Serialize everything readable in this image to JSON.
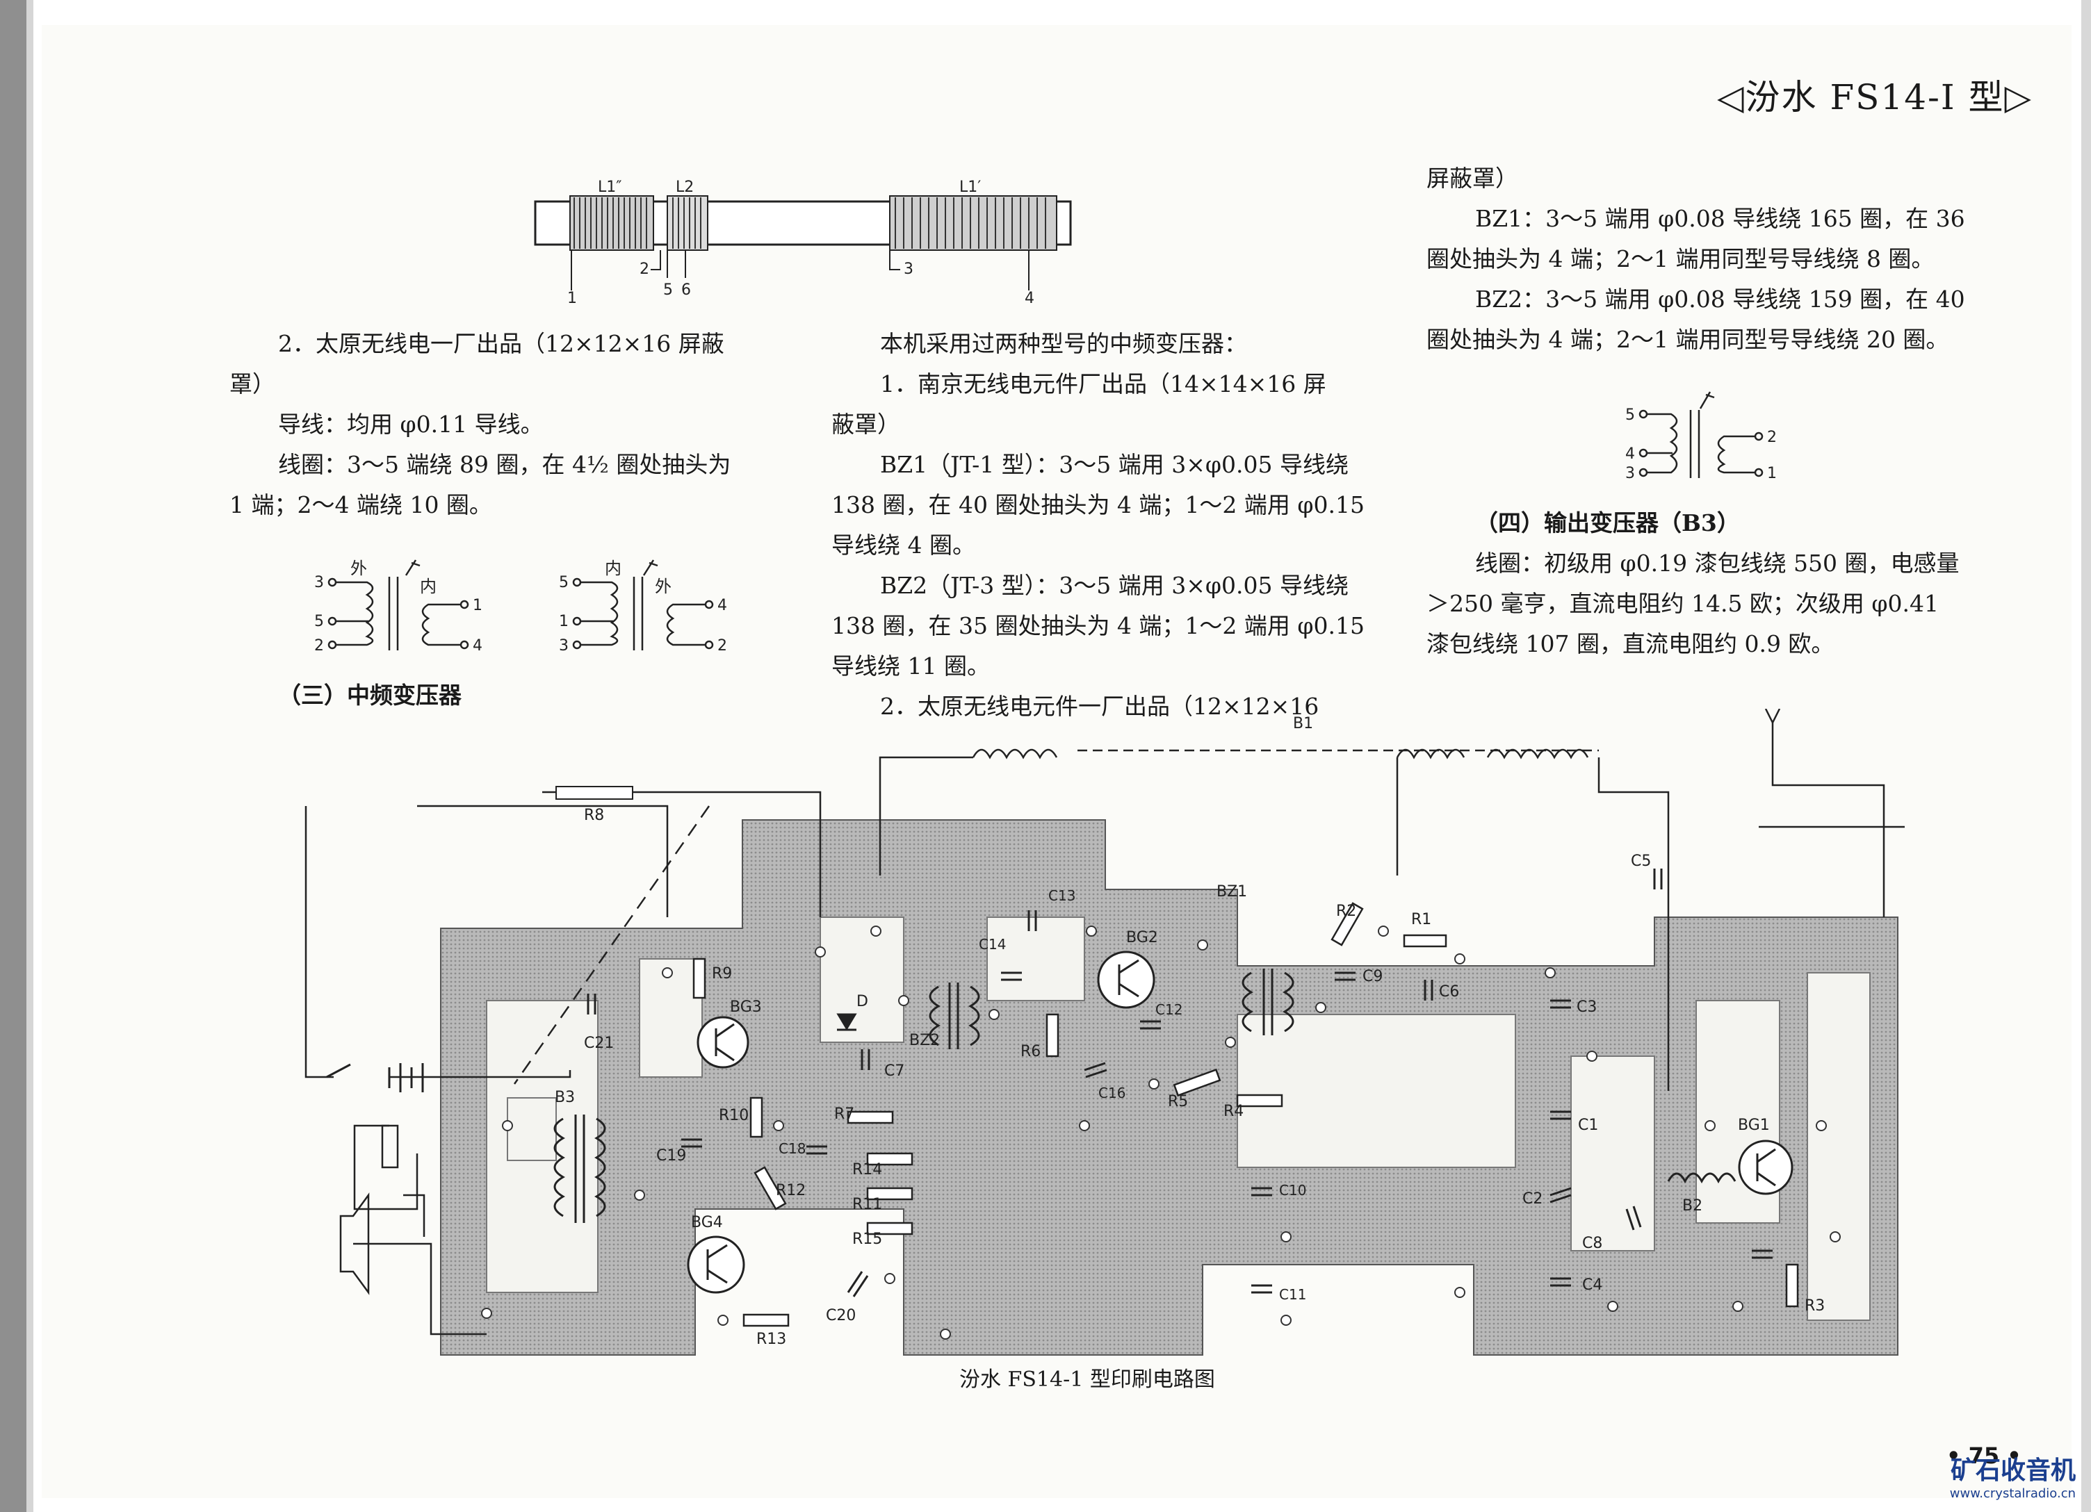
{
  "header": "◁汾水 FS14-I 型▷",
  "rod_labels": {
    "l1_left": "L1″",
    "l2": "L2",
    "l1_right": "L1′",
    "t1": "1",
    "t2": "2",
    "t5": "5",
    "t6": "6",
    "t3": "3",
    "t4": "4"
  },
  "left_column": {
    "item2_line1": "2．太原无线电一厂出品（12×12×16 屏蔽",
    "item2_line2": "罩）",
    "wire_line": "导线：均用 φ0.11 导线。",
    "coil_line1": "线圈：3～5 端绕 89 圈，在 4½ 圈处抽头为",
    "coil_line2": "1 端；2～4 端绕 10 圈。",
    "section3": "（三）中频变压器"
  },
  "left_diagram_a": {
    "outer": "外",
    "inner": "内",
    "p3": "3",
    "p5": "5",
    "p2": "2",
    "p1": "1",
    "p4": "4"
  },
  "left_diagram_b": {
    "inner": "内",
    "outer": "外",
    "p5": "5",
    "p1": "1",
    "p3": "3",
    "p4": "4",
    "p2": "2"
  },
  "middle_column": {
    "intro": "本机采用过两种型号的中频变压器：",
    "item1_line1": "1．南京无线电元件厂出品（14×14×16 屏",
    "item1_line2": "蔽罩）",
    "bz1_line1": "BZ1（JT-1 型）：3～5 端用 3×φ0.05 导线绕",
    "bz1_line2": "138 圈，在 40 圈处抽头为 4 端；1～2 端用 φ0.15",
    "bz1_line3": "导线绕 4 圈。",
    "bz2_line1": "BZ2（JT-3 型）：3～5 端用 3×φ0.05 导线绕",
    "bz2_line2": "138 圈，在 35 圈处抽头为 4 端；1～2 端用 φ0.15",
    "bz2_line3": "导线绕 11 圈。",
    "item2_line1": "2．太原无线电元件一厂出品（12×12×16"
  },
  "right_column": {
    "line0": "屏蔽罩）",
    "bz1_line1": "BZ1：3～5 端用 φ0.08 导线绕 165 圈，在 36",
    "bz1_line2": "圈处抽头为 4 端；2～1 端用同型号导线绕 8 圈。",
    "bz2_line1": "BZ2：3～5 端用 φ0.08 导线绕 159 圈，在 40",
    "bz2_line2": "圈处抽头为 4 端；2～1 端用同型号导线绕 20 圈。",
    "section4": "（四）输出变压器（B3）",
    "b3_line1": "线圈：初级用 φ0.19 漆包线绕 550 圈，电感量",
    "b3_line2": "＞250 毫亨，直流电阻约 14.5 欧；次级用 φ0.41",
    "b3_line3": "漆包线绕 107 圈，直流电阻约 0.9 欧。"
  },
  "right_diagram": {
    "p5": "5",
    "p4": "4",
    "p3": "3",
    "p2": "2",
    "p1": "1"
  },
  "board_labels": {
    "B1": "B1",
    "R8": "R8",
    "R9": "R9",
    "BG3": "BG3",
    "C21": "C21",
    "D": "D",
    "BZ2": "BZ2",
    "C13": "C13",
    "C14": "C14",
    "BG2": "BG2",
    "BZ1": "BZ1",
    "R2": "R2",
    "R1": "R1",
    "C9": "C9",
    "C6": "C6",
    "C5": "C5",
    "C3": "C3",
    "C12": "C12",
    "R6": "R6",
    "C7": "C7",
    "C16": "C16",
    "R5": "R5",
    "R4": "R4",
    "B3": "B3",
    "R10": "R10",
    "R7": "R7",
    "C19": "C19",
    "C18": "C18",
    "R14": "R14",
    "R11": "R11",
    "R12": "R12",
    "R15": "R15",
    "BG4": "BG4",
    "C20": "C20",
    "R13": "R13",
    "C10": "C10",
    "C11": "C11",
    "C1": "C1",
    "C2": "C2",
    "C8": "C8",
    "C4": "C4",
    "B2": "B2",
    "BG1": "BG1",
    "R3": "R3"
  },
  "board_caption": "汾水 FS14-1 型印刷电路图",
  "page_number": "• 75 •",
  "watermark": {
    "title": "矿石收音机",
    "url": "www.crystalradio.cn"
  }
}
